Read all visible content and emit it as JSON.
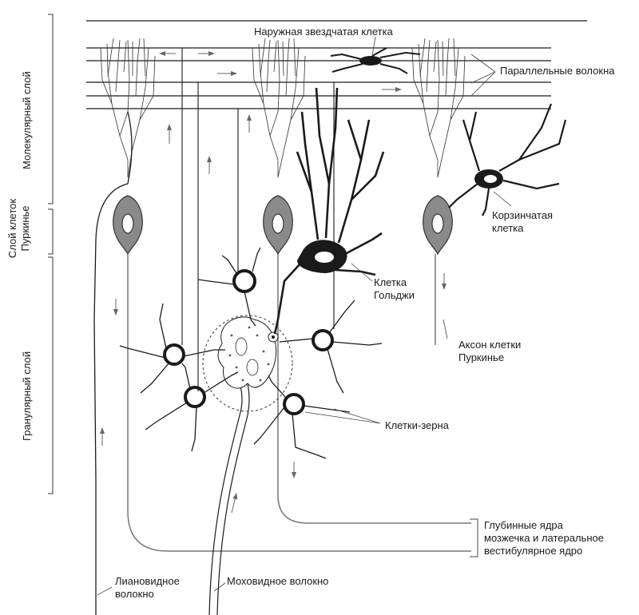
{
  "layers": {
    "molecular": "Молекулярный слой",
    "purkinje_line1": "Слой клеток",
    "purkinje_line2": "Пуркинье",
    "granular": "Гранулярный слой"
  },
  "labels": {
    "stellate": "Наружная звездчатая клетка",
    "parallel_fibers": "Параллельные волокна",
    "basket_line1": "Корзинчатая",
    "basket_line2": "клетка",
    "golgi_line1": "Клетка",
    "golgi_line2": "Гольджи",
    "purkinje_axon_line1": "Аксон клетки",
    "purkinje_axon_line2": "Пуркинье",
    "granule_cells": "Клетки-зерна",
    "deep_nuclei_line1": "Глубинные ядра",
    "deep_nuclei_line2": "мозжечка и латеральное",
    "deep_nuclei_line3": "вестибулярное ядро",
    "climbing_line1": "Лиановидное",
    "climbing_line2": "волокно",
    "mossy": "Моховидное волокно"
  },
  "colors": {
    "ink": "#1a1a1a",
    "cell_gray": "#8a8a8a",
    "fiber_gray": "#777777"
  }
}
